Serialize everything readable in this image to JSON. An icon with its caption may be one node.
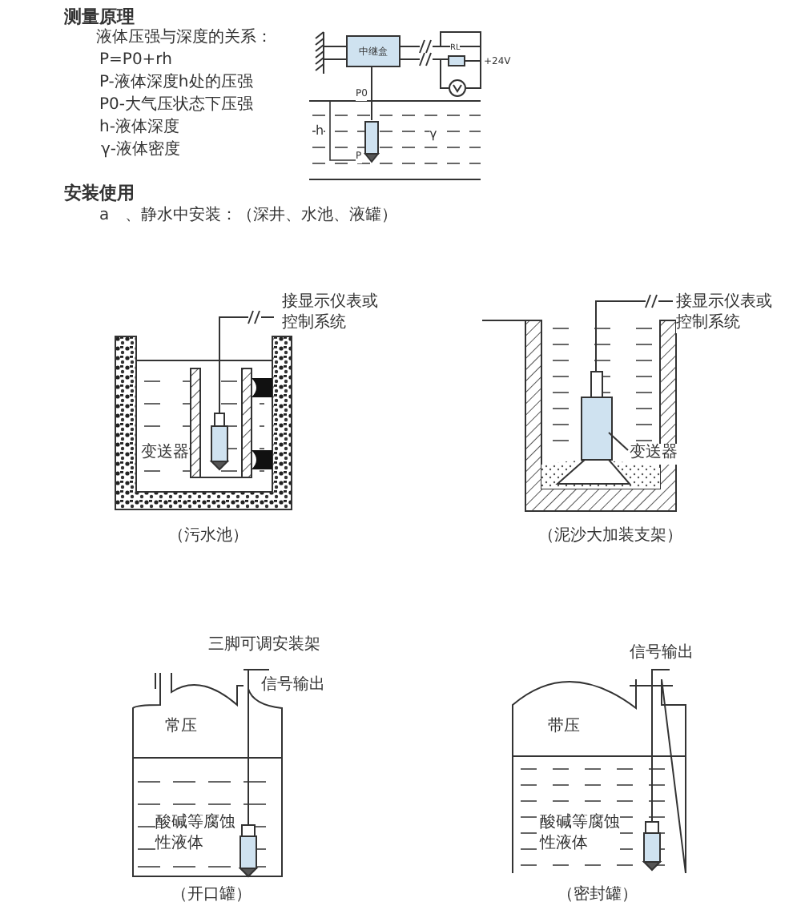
{
  "diagram": {
    "nodes": [
      {
        "text": [
          "中继盒"
        ]
      }
    ],
    "edges": [],
    "labels": [
      "测量原理",
      "液体压强与深度的关系：",
      "P=P0+rh",
      "P-液体深度h处的压强",
      "P0-大气压状态下压强",
      "h-液体深度",
      "γ-液体密度",
      "RL",
      "+24V",
      "P0",
      "h",
      "γ",
      "P",
      "安装使用",
      "a　、静水中安装：（深井、水池、液罐）",
      "接显示仪表或控制系统",
      "接显示仪表或控制系统",
      "变送器",
      "变送器",
      "（污水池）",
      "（泥沙大加装支架）",
      "三脚可调安装架",
      "信号输出",
      "常压",
      "酸碱等腐蚀性液体",
      "（开口罐）",
      "信号输出",
      "带压",
      "酸碱等腐蚀性液体",
      "（密封罐）"
    ]
  }
}
